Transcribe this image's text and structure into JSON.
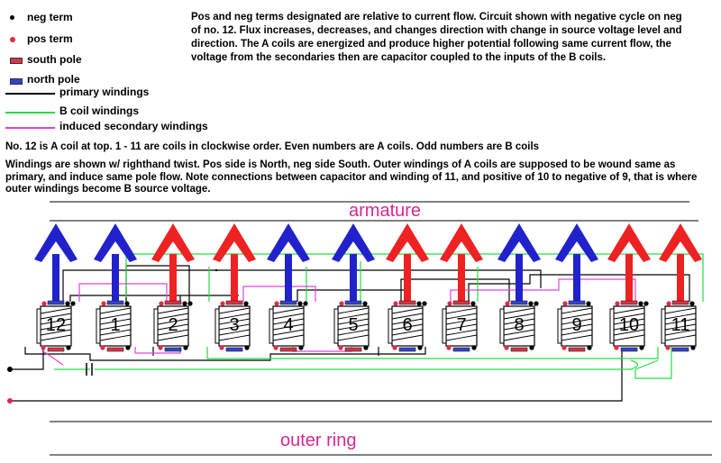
{
  "legend": [
    {
      "symbol": "black-dot",
      "label": "neg term"
    },
    {
      "symbol": "red-dot",
      "label": "pos term"
    },
    {
      "symbol": "red-bar",
      "label": "south pole"
    },
    {
      "symbol": "blue-bar",
      "label": "north pole"
    },
    {
      "symbol": "black-line",
      "label": "primary windings"
    },
    {
      "symbol": "green-line",
      "label": "B coil windings"
    },
    {
      "symbol": "magenta-line",
      "label": "induced secondary windings"
    }
  ],
  "notes": {
    "description": "Pos and neg terms designated are relative to current flow.  Circuit shown with negative cycle on neg of no. 12.  Flux increases, decreases, and changes direction with change in source voltage level and direction.  The A coils are energized and produce higher potential following same current flow, the voltage from the secondaries then are capacitor coupled to the inputs of the B coils.",
    "coil_order": "No. 12 is A coil at top.  1 - 11 are coils in clockwise order.  Even numbers are A coils.  Odd numbers are B coils",
    "windings": "Windings are shown w/ righthand twist.  Pos side is North, neg side South.  Outer windings of A coils are supposed to be wound same as primary, and induce same pole flow.  Note connections between capacitor and winding of 11, and positive of 10 to negative of 9, that is where outer windings become B source voltage."
  },
  "labels": {
    "armature": "armature",
    "outer_ring": "outer ring"
  },
  "coils": [
    {
      "number": "12",
      "arrow": "blue"
    },
    {
      "number": "1",
      "arrow": "blue"
    },
    {
      "number": "2",
      "arrow": "red"
    },
    {
      "number": "3",
      "arrow": "red"
    },
    {
      "number": "4",
      "arrow": "blue"
    },
    {
      "number": "5",
      "arrow": "blue"
    },
    {
      "number": "6",
      "arrow": "red"
    },
    {
      "number": "7",
      "arrow": "red"
    },
    {
      "number": "8",
      "arrow": "blue"
    },
    {
      "number": "9",
      "arrow": "blue"
    },
    {
      "number": "10",
      "arrow": "red"
    },
    {
      "number": "11",
      "arrow": "red"
    }
  ],
  "colors": {
    "blue": "#2222cc",
    "red": "#ee2222",
    "black": "#000000",
    "green": "#22dd44",
    "magenta": "#dd44dd",
    "pole_red": "#dd3344",
    "pole_blue": "#3344cc",
    "label_pink": "#d6298f"
  }
}
